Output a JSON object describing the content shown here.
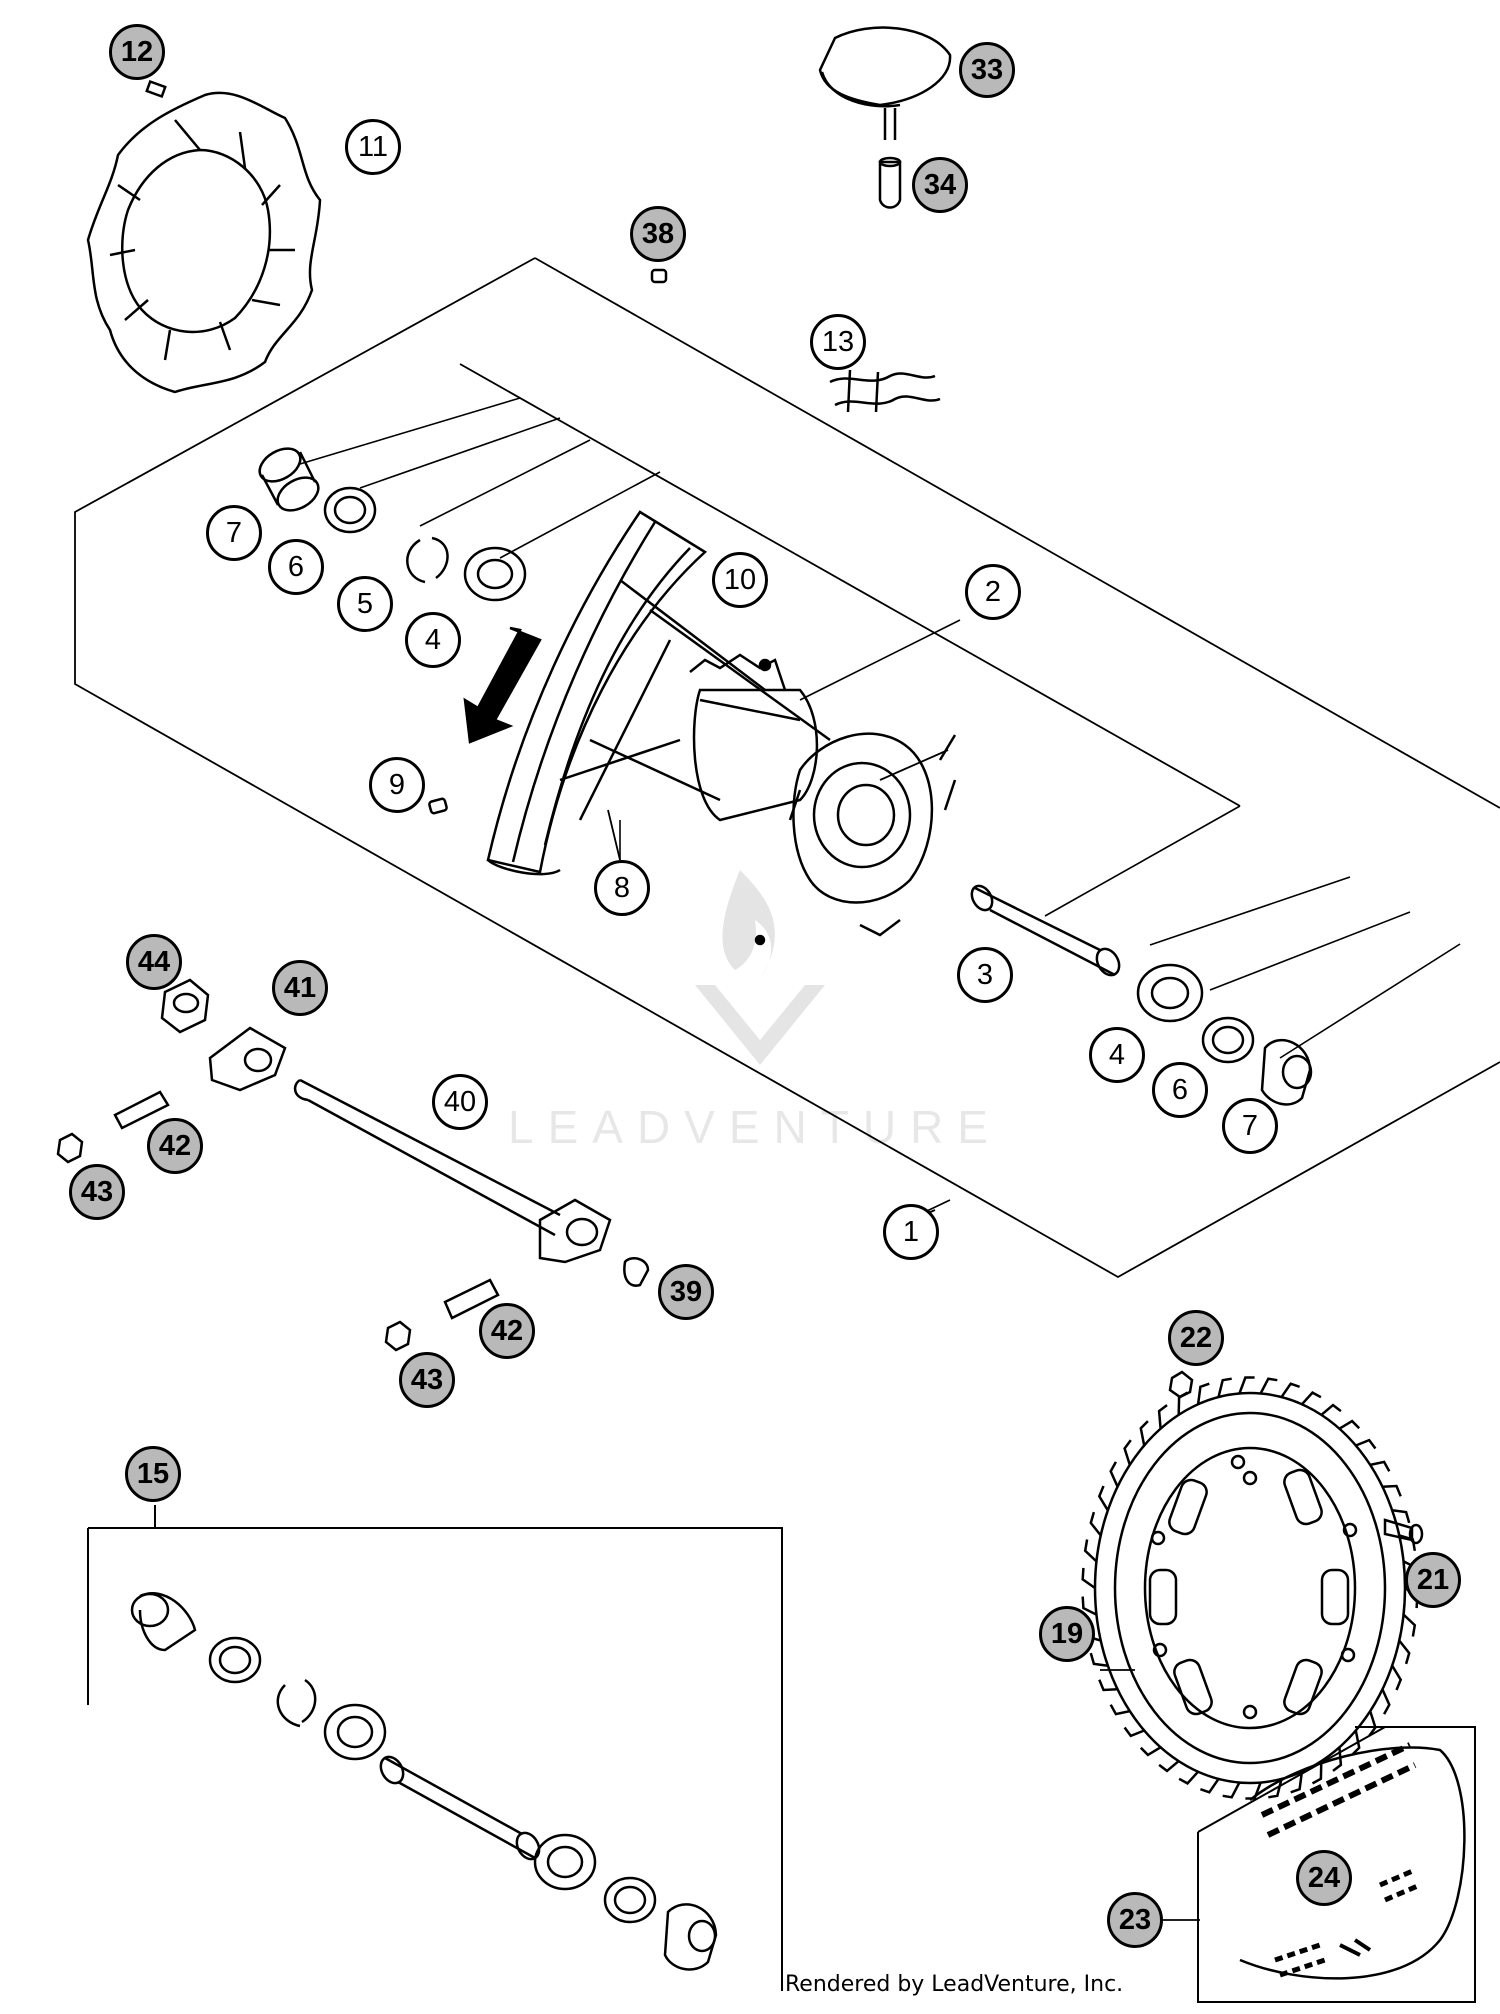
{
  "callouts": [
    {
      "label": "12",
      "style": "gray"
    },
    {
      "label": "11",
      "style": "white"
    },
    {
      "label": "33",
      "style": "gray"
    },
    {
      "label": "34",
      "style": "gray"
    },
    {
      "label": "38",
      "style": "gray"
    },
    {
      "label": "13",
      "style": "white"
    },
    {
      "label": "7",
      "style": "white"
    },
    {
      "label": "6",
      "style": "white"
    },
    {
      "label": "5",
      "style": "white"
    },
    {
      "label": "4",
      "style": "white"
    },
    {
      "label": "10",
      "style": "white"
    },
    {
      "label": "2",
      "style": "white"
    },
    {
      "label": "9",
      "style": "white"
    },
    {
      "label": "8",
      "style": "white"
    },
    {
      "label": "3",
      "style": "white"
    },
    {
      "label": "4",
      "style": "white"
    },
    {
      "label": "6",
      "style": "white"
    },
    {
      "label": "7",
      "style": "white"
    },
    {
      "label": "44",
      "style": "gray"
    },
    {
      "label": "41",
      "style": "gray"
    },
    {
      "label": "40",
      "style": "white"
    },
    {
      "label": "42",
      "style": "gray"
    },
    {
      "label": "43",
      "style": "gray"
    },
    {
      "label": "1",
      "style": "white"
    },
    {
      "label": "39",
      "style": "gray"
    },
    {
      "label": "42",
      "style": "gray"
    },
    {
      "label": "43",
      "style": "gray"
    },
    {
      "label": "22",
      "style": "gray"
    },
    {
      "label": "15",
      "style": "gray"
    },
    {
      "label": "21",
      "style": "gray"
    },
    {
      "label": "19",
      "style": "gray"
    },
    {
      "label": "23",
      "style": "gray"
    },
    {
      "label": "24",
      "style": "gray"
    }
  ],
  "watermark": "LEADVENTURE",
  "footer": "Rendered by LeadVenture, Inc."
}
